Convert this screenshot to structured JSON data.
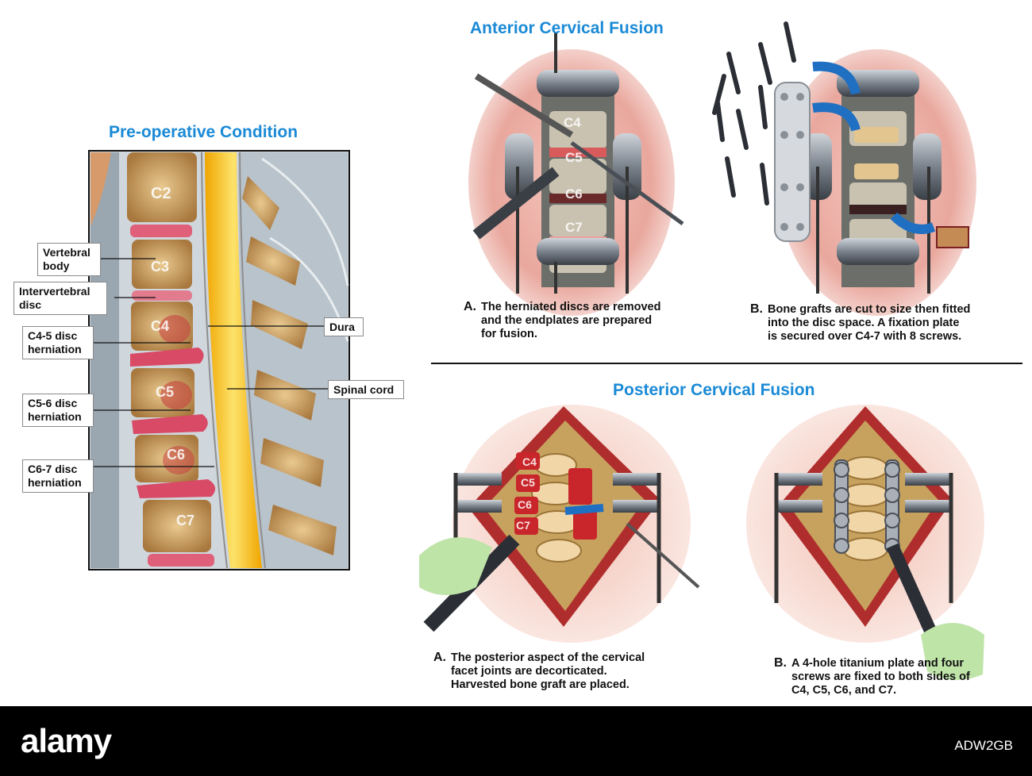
{
  "preop": {
    "title": "Pre-operative Condition",
    "vertebrae": [
      "C2",
      "C3",
      "C4",
      "C5",
      "C6",
      "C7"
    ],
    "callouts": {
      "vertebral_body": "Vertebral\nbody",
      "intervertebral_disc": "Intervertebral\ndisc",
      "c45": "C4-5 disc\nherniation",
      "c56": "C5-6 disc\nherniation",
      "c67": "C6-7 disc\nherniation",
      "dura": "Dura",
      "spinal_cord": "Spinal cord"
    }
  },
  "anterior": {
    "title": "Anterior Cervical Fusion",
    "vertebrae": [
      "C4",
      "C5",
      "C6",
      "C7"
    ],
    "caption_a": {
      "letter": "A.",
      "text": "The herniated discs are removed\nand the endplates are prepared\nfor fusion."
    },
    "caption_b": {
      "letter": "B.",
      "text": "Bone grafts are cut to size then fitted\ninto the disc space.  A fixation plate\nis secured over C4-7 with 8 screws."
    }
  },
  "posterior": {
    "title": "Posterior Cervical Fusion",
    "vertebrae": [
      "C4",
      "C5",
      "C6",
      "C7"
    ],
    "caption_a": {
      "letter": "A.",
      "text": "The posterior aspect of the cervical\nfacet joints are decorticated.\nHarvested bone graft are placed."
    },
    "caption_b": {
      "letter": "B.",
      "text": "A 4-hole titanium plate and four\nscrews are fixed to both sides of\nC4, C5, C6, and C7."
    }
  },
  "footer": {
    "brand": "alamy",
    "image_id": "ADW2GB"
  },
  "colors": {
    "title_blue": "#1a8ad6",
    "bone": "#d9b98a",
    "disc": "#e0607a",
    "cord": "#f2c21a",
    "tissue": "#e8a9a0"
  }
}
